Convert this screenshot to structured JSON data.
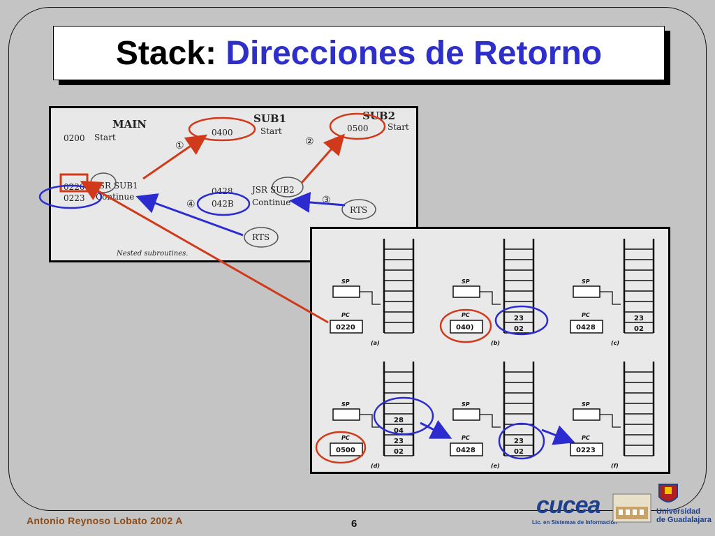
{
  "title": {
    "part1": "Stack:",
    "part2": "Direcciones de Retorno"
  },
  "diagram1": {
    "main_label": "MAIN",
    "sub1_label": "SUB1",
    "sub2_label": "SUB2",
    "main_start_addr": "0200",
    "main_start": "Start",
    "main_jsr_addr": "0220",
    "main_jsr": "JSR SUB1",
    "main_cont_addr": "0223",
    "main_cont": "Continue",
    "sub1_start_addr": "0400",
    "sub1_start": "Start",
    "sub1_jsr_addr": "0428",
    "sub1_jsr": "JSR SUB2",
    "sub1_cont_addr": "042B",
    "sub1_cont": "Continue",
    "sub1_rts": "RTS",
    "sub2_start_addr": "0500",
    "sub2_start": "Start",
    "sub2_rts": "RTS",
    "step1": "①",
    "step2": "②",
    "step3": "③",
    "step4": "④",
    "caption": "Nested subroutines."
  },
  "diagram2": {
    "sp_label": "SP",
    "pc_label": "PC",
    "panels": [
      {
        "letter": "(a)",
        "pc": "0220",
        "stack": []
      },
      {
        "letter": "(b)",
        "pc": "040)",
        "stack": [
          "23",
          "02"
        ]
      },
      {
        "letter": "(c)",
        "pc": "0428",
        "stack": [
          "23",
          "02"
        ]
      },
      {
        "letter": "(d)",
        "pc": "0500",
        "stack": [
          "28",
          "04",
          "23",
          "02"
        ]
      },
      {
        "letter": "(e)",
        "pc": "0428",
        "stack": [
          "23",
          "02"
        ]
      },
      {
        "letter": "(f)",
        "pc": "0223",
        "stack": []
      }
    ]
  },
  "footer": {
    "author": "Antonio Reynoso Lobato 2002 A",
    "page": "6"
  },
  "logo": {
    "cucea": "cucea",
    "cucea_sub": "Lic. en Sistemas de Información",
    "udg_line1": "Universidad",
    "udg_line2": "de Guadalajara"
  },
  "colors": {
    "title_blue": "#2e2ec8",
    "circle_red": "#d03a1a",
    "circle_blue": "#2b2bd0",
    "author": "#8a4a1a"
  }
}
